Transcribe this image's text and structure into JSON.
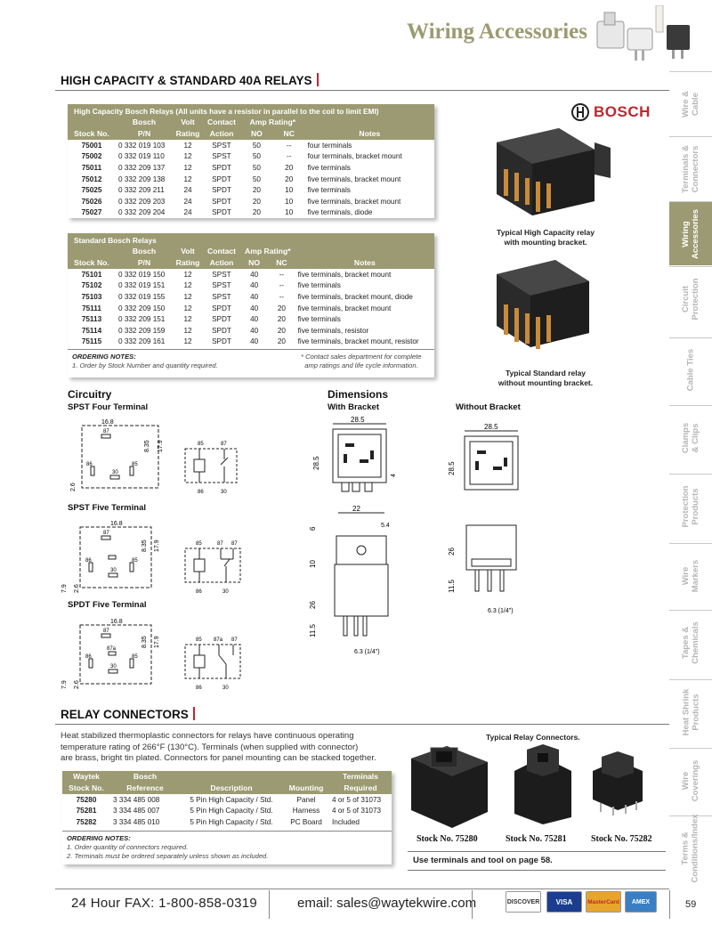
{
  "header": {
    "title": "Wiring Accessories"
  },
  "side_tabs": [
    {
      "label": "Wire &\nCable",
      "active": false
    },
    {
      "label": "Terminals &\nConnectors",
      "active": false
    },
    {
      "label": "Wiring\nAccessories",
      "active": true
    },
    {
      "label": "Circuit\nProtection",
      "active": false
    },
    {
      "label": "Cable Ties",
      "active": false
    },
    {
      "label": "Clamps\n& Clips",
      "active": false
    },
    {
      "label": "Protection\nProducts",
      "active": false
    },
    {
      "label": "Wire\nMarkers",
      "active": false
    },
    {
      "label": "Tapes &\nChemicals",
      "active": false
    },
    {
      "label": "Heat Shrink\nProducts",
      "active": false
    },
    {
      "label": "Wire\nCoverings",
      "active": false
    },
    {
      "label": "Terms &\nConditions/Index",
      "active": false
    }
  ],
  "relays_section": {
    "heading": "HIGH CAPACITY & STANDARD 40A RELAYS",
    "brand": "BOSCH",
    "high_capacity": {
      "caption": "High Capacity Bosch Relays (All units have a resistor in parallel to the coil to limit EMI)",
      "head1": [
        "",
        "Bosch",
        "Volt",
        "Contact",
        "Amp Rating*",
        "",
        ""
      ],
      "head2": [
        "Stock No.",
        "P/N",
        "Rating",
        "Action",
        "NO",
        "NC",
        "Notes"
      ],
      "rows": [
        [
          "75001",
          "0 332 019 103",
          "12",
          "SPST",
          "50",
          "--",
          "four terminals"
        ],
        [
          "75002",
          "0 332 019 110",
          "12",
          "SPST",
          "50",
          "--",
          "four terminals, bracket mount"
        ],
        [
          "75011",
          "0 332 209 137",
          "12",
          "SPDT",
          "50",
          "20",
          "five terminals"
        ],
        [
          "75012",
          "0 332 209 138",
          "12",
          "SPDT",
          "50",
          "20",
          "five terminals, bracket mount"
        ],
        [
          "75025",
          "0 332 209 211",
          "24",
          "SPDT",
          "20",
          "10",
          "five terminals"
        ],
        [
          "75026",
          "0 332 209 203",
          "24",
          "SPDT",
          "20",
          "10",
          "five terminals, bracket mount"
        ],
        [
          "75027",
          "0 332 209 204",
          "24",
          "SPDT",
          "20",
          "10",
          "five terminals, diode"
        ]
      ]
    },
    "standard": {
      "caption": "Standard Bosch Relays",
      "head1": [
        "",
        "Bosch",
        "Volt",
        "Contact",
        "Amp Rating*",
        "",
        ""
      ],
      "head2": [
        "Stock No.",
        "P/N",
        "Rating",
        "Action",
        "NO",
        "NC",
        "Notes"
      ],
      "rows": [
        [
          "75101",
          "0 332 019 150",
          "12",
          "SPST",
          "40",
          "--",
          "five terminals, bracket mount"
        ],
        [
          "75102",
          "0 332 019 151",
          "12",
          "SPST",
          "40",
          "--",
          "five terminals"
        ],
        [
          "75103",
          "0 332 019 155",
          "12",
          "SPST",
          "40",
          "--",
          "five terminals, bracket mount, diode"
        ],
        [
          "75111",
          "0 332 209 150",
          "12",
          "SPDT",
          "40",
          "20",
          "five terminals, bracket mount"
        ],
        [
          "75113",
          "0 332 209 151",
          "12",
          "SPDT",
          "40",
          "20",
          "five terminals"
        ],
        [
          "75114",
          "0 332 209 159",
          "12",
          "SPDT",
          "40",
          "20",
          "five terminals, resistor"
        ],
        [
          "75115",
          "0 332 209 161",
          "12",
          "SPDT",
          "40",
          "20",
          "five terminals, bracket mount, resistor"
        ]
      ]
    },
    "ordering_notes_title": "ORDERING NOTES:",
    "ordering_note_1": "1. Order by Stock Number and quantity required.",
    "footnote_1": "* Contact sales department for complete",
    "footnote_2": "amp ratings and life cycle information.",
    "photo_caption_high_1": "Typical High Capacity relay",
    "photo_caption_high_2": "with mounting bracket.",
    "photo_caption_std_1": "Typical Standard relay",
    "photo_caption_std_2": "without mounting bracket."
  },
  "circuitry": {
    "heading": "Circuitry",
    "spst_four": "SPST Four Terminal",
    "spst_five": "SPST Five Terminal",
    "spdt_five": "SPDT Five Terminal"
  },
  "dimensions": {
    "heading": "Dimensions",
    "with_bracket": "With Bracket",
    "without_bracket": "Without Bracket"
  },
  "connectors_section": {
    "heading": "RELAY CONNECTORS",
    "intro_1": "Heat stabilized thermoplastic connectors for relays have continuous operating",
    "intro_2": "temperature rating of 266°F (130°C). Terminals (when supplied with connector)",
    "intro_3": "are brass, bright tin plated. Connectors for panel mounting can be stacked together.",
    "head1": [
      "Waytek",
      "Bosch",
      "",
      "",
      "Terminals"
    ],
    "head2": [
      "Stock No.",
      "Reference",
      "Description",
      "Mounting",
      "Required"
    ],
    "rows": [
      [
        "75280",
        "3 334 485 008",
        "5 Pin High Capacity / Std.",
        "Panel",
        "4 or 5 of 31073"
      ],
      [
        "75281",
        "3 334 485 007",
        "5 Pin High Capacity / Std.",
        "Harness",
        "4 or 5 of 31073"
      ],
      [
        "75282",
        "3 334 485 010",
        "5 Pin High Capacity / Std.",
        "PC Board",
        "Included"
      ]
    ],
    "ordering_notes_title": "ORDERING NOTES:",
    "ordering_note_1": "1. Order quantity of connectors required.",
    "ordering_note_2": "2. Terminals must be ordered separately unless shown as included.",
    "photo_caption": "Typical Relay Connectors.",
    "stock_captions": [
      "Stock No. 75280",
      "Stock No. 75281",
      "Stock No. 75282"
    ],
    "terminals_note": "Use terminals and tool on page 58."
  },
  "footer": {
    "fax": "24 Hour FAX: 1-800-858-0319",
    "email": "email: sales@waytekwire.com",
    "cards": [
      "DISCOVER",
      "VISA",
      "MasterCard",
      "AMEX"
    ],
    "page_number": "59"
  }
}
